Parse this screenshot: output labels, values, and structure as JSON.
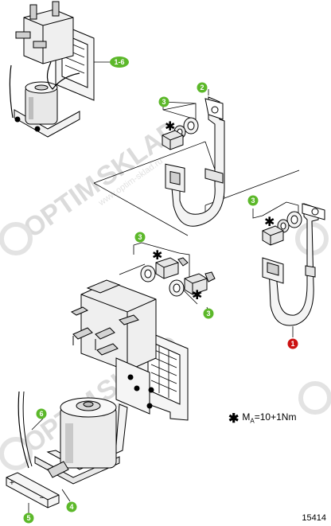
{
  "diagram": {
    "callouts": [
      {
        "id": "c16",
        "label": "1-6",
        "color": "#5cb82a"
      },
      {
        "id": "c2",
        "label": "2",
        "color": "#5cb82a"
      },
      {
        "id": "c3a",
        "label": "3",
        "color": "#5cb82a"
      },
      {
        "id": "c3b",
        "label": "3",
        "color": "#5cb82a"
      },
      {
        "id": "c3c",
        "label": "3",
        "color": "#5cb82a"
      },
      {
        "id": "c3d",
        "label": "3",
        "color": "#5cb82a"
      },
      {
        "id": "c1",
        "label": "1",
        "color": "#cc1111"
      },
      {
        "id": "c6",
        "label": "6",
        "color": "#5cb82a"
      },
      {
        "id": "c4",
        "label": "4",
        "color": "#5cb82a"
      },
      {
        "id": "c5",
        "label": "5",
        "color": "#5cb82a"
      }
    ],
    "torque": {
      "star": "✱",
      "symbol": "M",
      "subscript": "A",
      "value": "=10+1Nm"
    },
    "figure_number": "15414",
    "watermark": {
      "brand_left": "OPTIM",
      "brand_right": "SKLAD",
      "site": "www.optim-sklad.ru"
    }
  }
}
